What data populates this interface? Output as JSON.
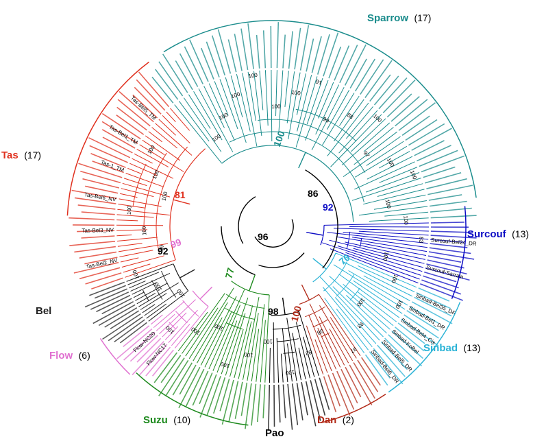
{
  "clades": [
    {
      "key": "sparrow",
      "name": "Sparrow",
      "count": "(17)",
      "color": "#1a8c8c",
      "support": "100"
    },
    {
      "key": "surcouf",
      "name": "Surcouf",
      "count": "(13)",
      "color": "#0b0bc4",
      "support": "92"
    },
    {
      "key": "sinbad",
      "name": "Sinbad",
      "count": "(13)",
      "color": "#2ab3d6",
      "support": "70"
    },
    {
      "key": "dan",
      "name": "Dan",
      "count": "(2)",
      "color": "#b22a18",
      "support": "100"
    },
    {
      "key": "pao",
      "name": "Pao",
      "count": "",
      "color": "#000000",
      "support": "98"
    },
    {
      "key": "suzu",
      "name": "Suzu",
      "count": "(10)",
      "color": "#1e8a1e",
      "support": "77"
    },
    {
      "key": "flow",
      "name": "Flow",
      "count": "(6)",
      "color": "#e070d0",
      "support": "99"
    },
    {
      "key": "bel",
      "name": "Bel",
      "count": "",
      "color": "#222222",
      "support": "92"
    },
    {
      "key": "tas",
      "name": "Tas",
      "count": "(17)",
      "color": "#e0301e",
      "support": "81"
    }
  ],
  "internal_support": [
    "86",
    "96"
  ],
  "small_support_values": [
    "100",
    "100",
    "100",
    "100",
    "100",
    "100",
    "91",
    "99",
    "88",
    "100",
    "97",
    "100",
    "100",
    "100",
    "100",
    "83",
    "100",
    "100",
    "100",
    "100",
    "93",
    "97",
    "98",
    "92",
    "100",
    "100",
    "100",
    "100",
    "100",
    "100",
    "100",
    "100",
    "100",
    "100",
    "99",
    "100",
    "100",
    "100",
    "100",
    "100"
  ],
  "tip_labels": {
    "sinbad": [
      "Sinbad-Bel35_DR",
      "Sinbad-Bel1_DR",
      "Sinbad-Bel4_Cis",
      "Sinbad-KoBel",
      "Sinbad-Bel5_DR",
      "Sinbad-Bel6_DR"
    ],
    "surcouf": [
      "Surcouf-Bel24_DR",
      "Surcouf-Sarrain"
    ],
    "tas": [
      "Tas-Bel2_NV",
      "Tas-Bel3_NV",
      "Tas-Bel6_NV",
      "Tas-1_TM",
      "Tas-Bel1_TM",
      "Tas-Bel5_TM"
    ],
    "flow": [
      "Flow-NC17",
      "Flow-NC20"
    ]
  }
}
